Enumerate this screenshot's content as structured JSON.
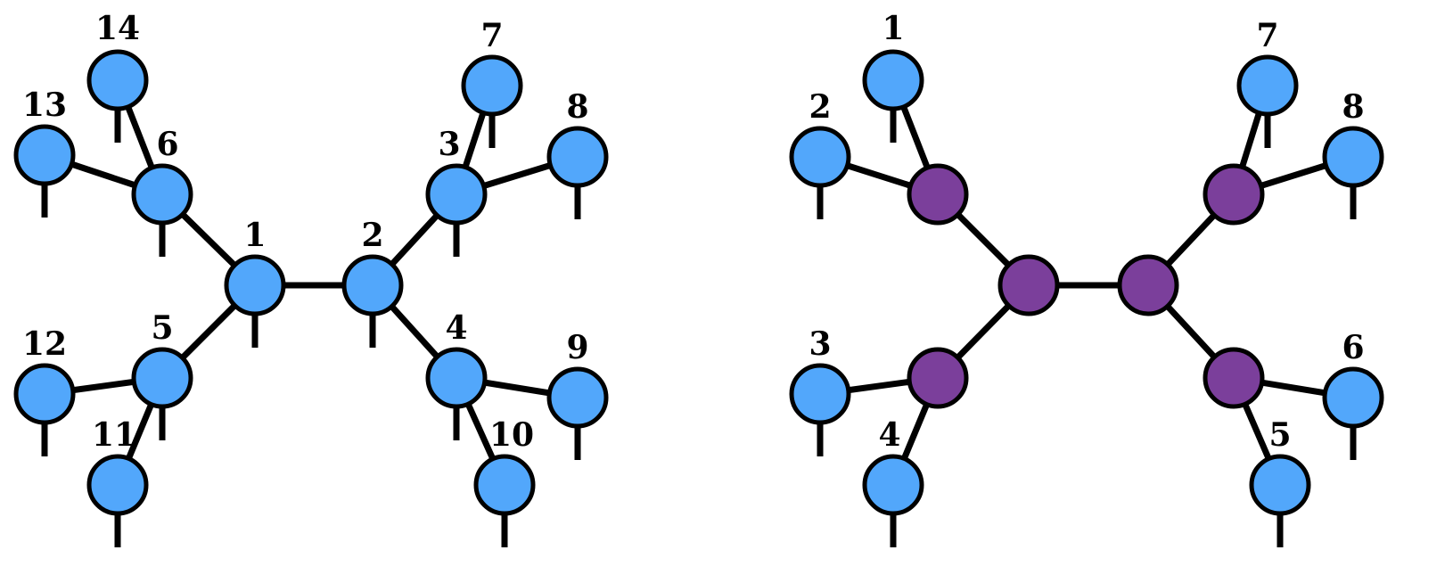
{
  "colors": {
    "edge": "#000000",
    "node_outline": "#000000",
    "physical_node": "#52a7fb",
    "virtual_node": "#7b3f9b"
  },
  "left_tree": {
    "nodes": [
      {
        "id": "1",
        "label": "1",
        "kind": "physical"
      },
      {
        "id": "2",
        "label": "2",
        "kind": "physical"
      },
      {
        "id": "3",
        "label": "3",
        "kind": "physical"
      },
      {
        "id": "4",
        "label": "4",
        "kind": "physical"
      },
      {
        "id": "5",
        "label": "5",
        "kind": "physical"
      },
      {
        "id": "6",
        "label": "6",
        "kind": "physical"
      },
      {
        "id": "7",
        "label": "7",
        "kind": "physical"
      },
      {
        "id": "8",
        "label": "8",
        "kind": "physical"
      },
      {
        "id": "9",
        "label": "9",
        "kind": "physical"
      },
      {
        "id": "10",
        "label": "10",
        "kind": "physical"
      },
      {
        "id": "11",
        "label": "11",
        "kind": "physical"
      },
      {
        "id": "12",
        "label": "12",
        "kind": "physical"
      },
      {
        "id": "13",
        "label": "13",
        "kind": "physical"
      },
      {
        "id": "14",
        "label": "14",
        "kind": "physical"
      }
    ],
    "edges": [
      [
        "1",
        "2"
      ],
      [
        "2",
        "3"
      ],
      [
        "2",
        "4"
      ],
      [
        "1",
        "5"
      ],
      [
        "1",
        "6"
      ],
      [
        "3",
        "7"
      ],
      [
        "3",
        "8"
      ],
      [
        "4",
        "9"
      ],
      [
        "4",
        "10"
      ],
      [
        "5",
        "11"
      ],
      [
        "5",
        "12"
      ],
      [
        "6",
        "13"
      ],
      [
        "6",
        "14"
      ]
    ]
  },
  "right_tree": {
    "nodes": [
      {
        "id": "v1",
        "label": "",
        "kind": "virtual"
      },
      {
        "id": "v2",
        "label": "",
        "kind": "virtual"
      },
      {
        "id": "v3",
        "label": "",
        "kind": "virtual"
      },
      {
        "id": "v4",
        "label": "",
        "kind": "virtual"
      },
      {
        "id": "v5",
        "label": "",
        "kind": "virtual"
      },
      {
        "id": "v6",
        "label": "",
        "kind": "virtual"
      },
      {
        "id": "p1",
        "label": "1",
        "kind": "physical"
      },
      {
        "id": "p2",
        "label": "2",
        "kind": "physical"
      },
      {
        "id": "p3",
        "label": "3",
        "kind": "physical"
      },
      {
        "id": "p4",
        "label": "4",
        "kind": "physical"
      },
      {
        "id": "p5",
        "label": "5",
        "kind": "physical"
      },
      {
        "id": "p6",
        "label": "6",
        "kind": "physical"
      },
      {
        "id": "p7",
        "label": "7",
        "kind": "physical"
      },
      {
        "id": "p8",
        "label": "8",
        "kind": "physical"
      }
    ],
    "edges": [
      [
        "v1",
        "v2"
      ],
      [
        "v1",
        "v3"
      ],
      [
        "v1",
        "v4"
      ],
      [
        "v2",
        "v5"
      ],
      [
        "v2",
        "v6"
      ],
      [
        "v3",
        "p1"
      ],
      [
        "v3",
        "p2"
      ],
      [
        "v4",
        "p3"
      ],
      [
        "v4",
        "p4"
      ],
      [
        "v6",
        "p5"
      ],
      [
        "v6",
        "p6"
      ],
      [
        "v5",
        "p7"
      ],
      [
        "v5",
        "p8"
      ]
    ]
  }
}
